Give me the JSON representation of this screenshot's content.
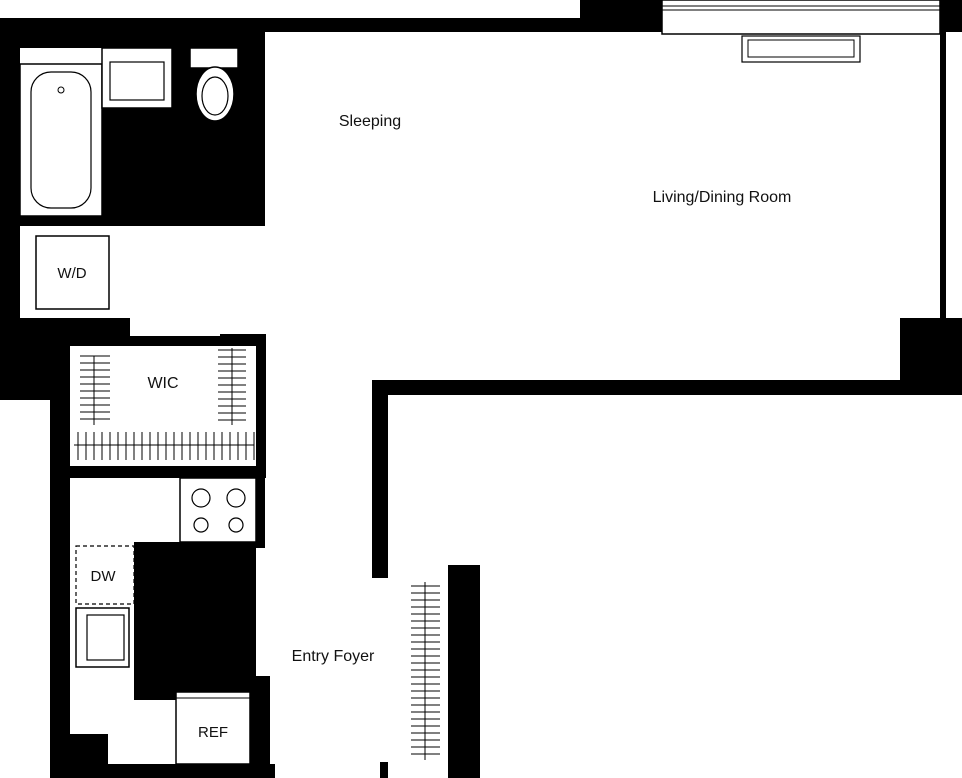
{
  "rooms": {
    "sleeping": "Sleeping",
    "living_dining": "Living/Dining Room",
    "wic": "WIC",
    "entry_foyer": "Entry Foyer"
  },
  "fixtures": {
    "washer_dryer": "W/D",
    "dishwasher": "DW",
    "refrigerator": "REF"
  },
  "colors": {
    "wall": "#000000",
    "floor": "#ffffff",
    "line": "#000000"
  }
}
